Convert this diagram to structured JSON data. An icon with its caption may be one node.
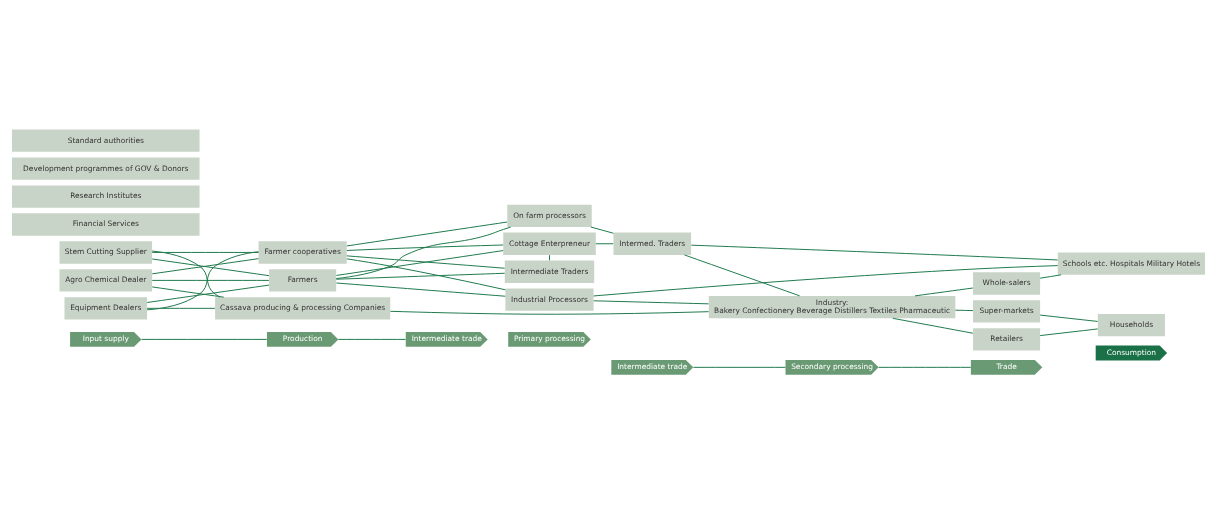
{
  "diagram": {
    "nodes": [
      {
        "text": [
          "Input supply"
        ]
      },
      {
        "text": [
          "Production"
        ]
      },
      {
        "text": [
          "Intermediate trade"
        ]
      },
      {
        "text": [
          "Primary processing"
        ]
      },
      {
        "text": [
          "Intermediate trade"
        ]
      },
      {
        "text": [
          "Secondary processing"
        ]
      },
      {
        "text": [
          "Trade"
        ]
      },
      {
        "text": [
          "Consumption"
        ]
      },
      {
        "text": [
          "Stem Cutting Supplier"
        ]
      },
      {
        "text": [
          "Agro Chemical Dealer"
        ]
      },
      {
        "text": [
          "Equipment Dealers"
        ]
      },
      {
        "text": [
          "Farmers"
        ]
      },
      {
        "text": [
          "Farmer cooperatives"
        ]
      },
      {
        "text": [
          "On farm processors"
        ]
      },
      {
        "text": [
          "Cottage Enterpreneur"
        ]
      },
      {
        "text": [
          "Intermediate Traders"
        ]
      },
      {
        "text": [
          "Industrial Processors"
        ]
      },
      {
        "text": [
          "Cassava producing & processing Companies"
        ]
      },
      {
        "text": [
          "Intermed. Traders"
        ]
      },
      {
        "text": [
          "Industry:",
          "Bakery Confectionery Beverage Distillers Textiles Pharmaceutic"
        ]
      },
      {
        "text": [
          "Super-markets"
        ]
      },
      {
        "text": [
          "Retailers"
        ]
      },
      {
        "text": [
          "Whole-salers"
        ]
      },
      {
        "text": [
          "Households"
        ]
      },
      {
        "text": [
          "Schools etc. Hospitals Military Hotels"
        ]
      },
      {
        "text": [
          "Financial Services"
        ]
      },
      {
        "text": [
          "Research Institutes"
        ]
      },
      {
        "text": [
          "Development programmes of GOV & Donors"
        ]
      },
      {
        "text": [
          "Standard authorities"
        ]
      }
    ],
    "edges": [
      {
        "from": 0,
        "to": 1,
        "arrow": "none"
      },
      {
        "from": 1,
        "to": 2,
        "arrow": "none"
      },
      {
        "from": 4,
        "to": 5,
        "arrow": "none"
      },
      {
        "from": 5,
        "to": 6,
        "arrow": "none"
      },
      {
        "from": 8,
        "to": 11,
        "arrow": "none"
      },
      {
        "from": 8,
        "to": 12,
        "arrow": "none"
      },
      {
        "from": 8,
        "to": 17,
        "arrow": "none"
      },
      {
        "from": 9,
        "to": 11,
        "arrow": "none"
      },
      {
        "from": 9,
        "to": 12,
        "arrow": "none"
      },
      {
        "from": 9,
        "to": 17,
        "arrow": "none"
      },
      {
        "from": 10,
        "to": 11,
        "arrow": "none"
      },
      {
        "from": 10,
        "to": 12,
        "arrow": "none"
      },
      {
        "from": 10,
        "to": 17,
        "arrow": "none"
      },
      {
        "from": 11,
        "to": 13,
        "arrow": "none"
      },
      {
        "from": 11,
        "to": 14,
        "arrow": "none"
      },
      {
        "from": 11,
        "to": 15,
        "arrow": "none"
      },
      {
        "from": 11,
        "to": 16,
        "arrow": "none"
      },
      {
        "from": 12,
        "to": 13,
        "arrow": "none"
      },
      {
        "from": 12,
        "to": 14,
        "arrow": "none"
      },
      {
        "from": 12,
        "to": 15,
        "arrow": "none"
      },
      {
        "from": 12,
        "to": 16,
        "arrow": "none"
      },
      {
        "from": 14,
        "to": 15,
        "arrow": "none"
      },
      {
        "from": 13,
        "to": 18,
        "arrow": "none"
      },
      {
        "from": 14,
        "to": 18,
        "arrow": "none"
      },
      {
        "from": 18,
        "to": 19,
        "arrow": "none"
      },
      {
        "from": 18,
        "to": 24,
        "arrow": "none"
      },
      {
        "from": 16,
        "to": 19,
        "arrow": "none"
      },
      {
        "from": 16,
        "to": 24,
        "arrow": "none"
      },
      {
        "from": 17,
        "to": 19,
        "arrow": "none"
      },
      {
        "from": 19,
        "to": 20,
        "arrow": "none"
      },
      {
        "from": 19,
        "to": 21,
        "arrow": "none"
      },
      {
        "from": 19,
        "to": 22,
        "arrow": "none"
      },
      {
        "from": 20,
        "to": 23,
        "arrow": "none"
      },
      {
        "from": 21,
        "to": 23,
        "arrow": "none"
      },
      {
        "from": 22,
        "to": 24,
        "arrow": "none"
      }
    ]
  }
}
